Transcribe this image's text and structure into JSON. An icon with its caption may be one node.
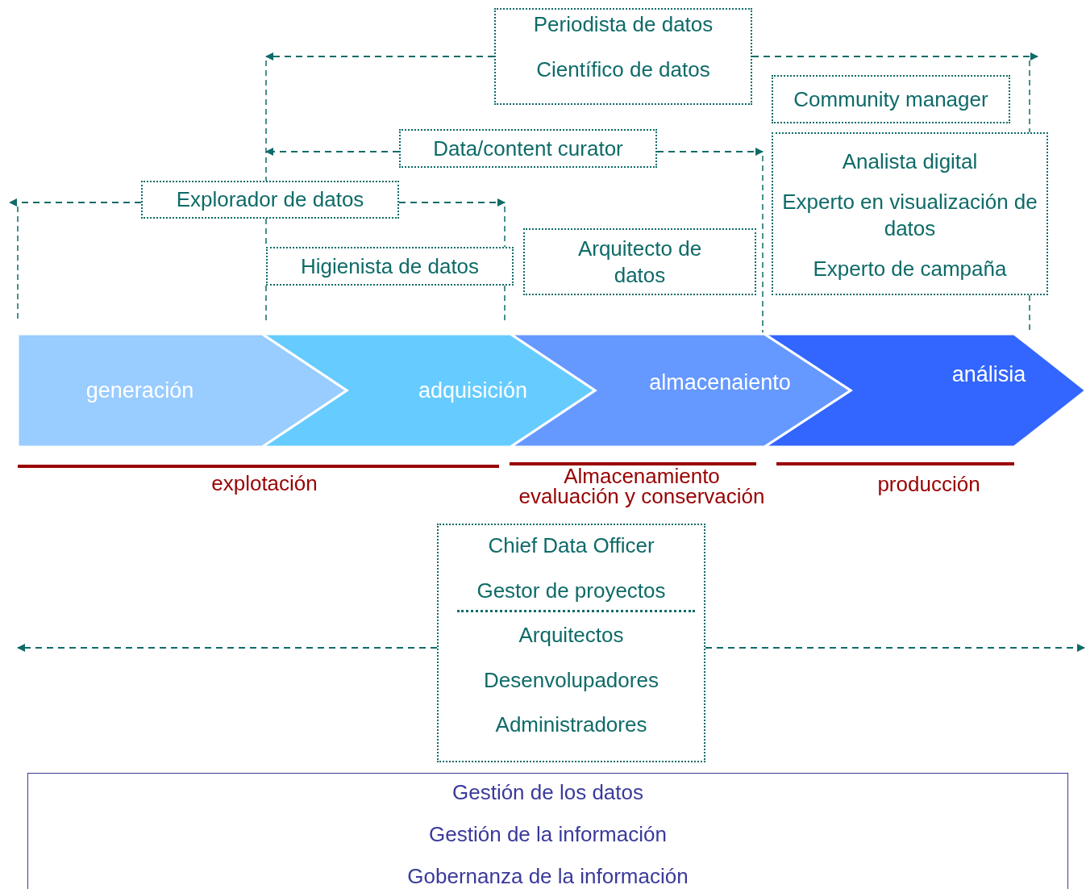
{
  "diagram": {
    "nodes": [
      {
        "text": [
          "Periodista de datos",
          "Científico de datos"
        ]
      },
      {
        "text": [
          "Community manager"
        ]
      },
      {
        "text": [
          "Data/content curator"
        ]
      },
      {
        "text": [
          "Analista digital",
          "Experto en visualización de datos",
          "Experto de campaña"
        ]
      },
      {
        "text": [
          "Explorador de datos"
        ]
      },
      {
        "text": [
          "Higienista de datos"
        ]
      },
      {
        "text": [
          "Arquitecto de datos"
        ]
      },
      {
        "text": [
          "generación"
        ]
      },
      {
        "text": [
          "adquisición"
        ]
      },
      {
        "text": [
          "almacenaiento"
        ]
      },
      {
        "text": [
          "análisia"
        ]
      },
      {
        "text": [
          "Chief Data Officer",
          "Gestor de proyectos",
          "Arquitectos",
          "Desenvolupadores",
          "Administradores"
        ]
      },
      {
        "text": [
          "Gestión de los datos",
          "Gestión de la información",
          "Gobernanza de la información"
        ]
      }
    ],
    "edges": [
      {
        "from": 0,
        "to": null,
        "arrow": "to",
        "style": "dashed"
      },
      {
        "from": 0,
        "to": null,
        "arrow": "to",
        "style": "dashed"
      },
      {
        "from": 2,
        "to": null,
        "arrow": "to",
        "style": "dashed"
      },
      {
        "from": 2,
        "to": 3,
        "arrow": "to",
        "style": "dashed"
      },
      {
        "from": 4,
        "to": null,
        "arrow": "to",
        "style": "dashed"
      },
      {
        "from": 4,
        "to": null,
        "arrow": "to",
        "style": "dashed"
      },
      {
        "from": 11,
        "to": null,
        "arrow": "to",
        "style": "dashed"
      },
      {
        "from": 11,
        "to": null,
        "arrow": "to",
        "style": "dashed"
      }
    ],
    "labels": [
      "explotación",
      "Almacenamiento",
      "evaluación y conservación",
      "producción"
    ]
  }
}
